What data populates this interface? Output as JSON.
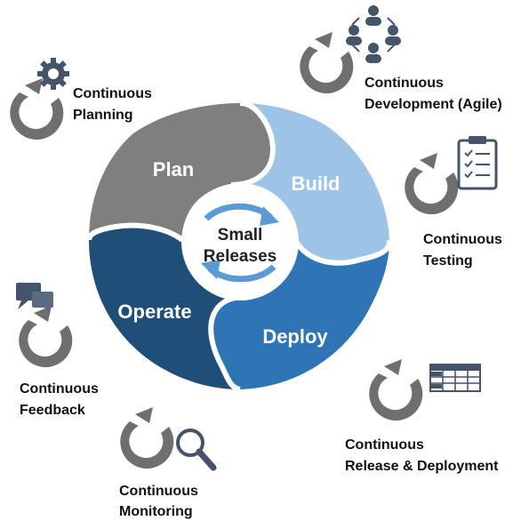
{
  "center": {
    "line1": "Small",
    "line2": "Releases"
  },
  "segments": {
    "plan": {
      "label": "Plan",
      "color": "#7f7f7f"
    },
    "build": {
      "label": "Build",
      "color": "#9dc3e6"
    },
    "deploy": {
      "label": "Deploy",
      "color": "#2e75b6"
    },
    "operate": {
      "label": "Operate",
      "color": "#1f4e79"
    }
  },
  "practices": {
    "planning": {
      "line1": "Continuous",
      "line2": "Planning",
      "icon": "gear-icon"
    },
    "development": {
      "line1": "Continuous",
      "line2": "Development (Agile)",
      "icon": "team-icon"
    },
    "testing": {
      "line1": "Continuous",
      "line2": "Testing",
      "icon": "clipboard-icon"
    },
    "release": {
      "line1": "Continuous",
      "line2": "Release & Deployment",
      "icon": "table-icon"
    },
    "monitoring": {
      "line1": "Continuous",
      "line2": "Monitoring",
      "icon": "magnifier-icon"
    },
    "feedback": {
      "line1": "Continuous",
      "line2": "Feedback",
      "icon": "chat-bubbles-icon"
    }
  },
  "colors": {
    "ring_gray": "#6f6f6f",
    "icon_navy": "#44546a",
    "arrow_blue": "#5b9bd5"
  }
}
